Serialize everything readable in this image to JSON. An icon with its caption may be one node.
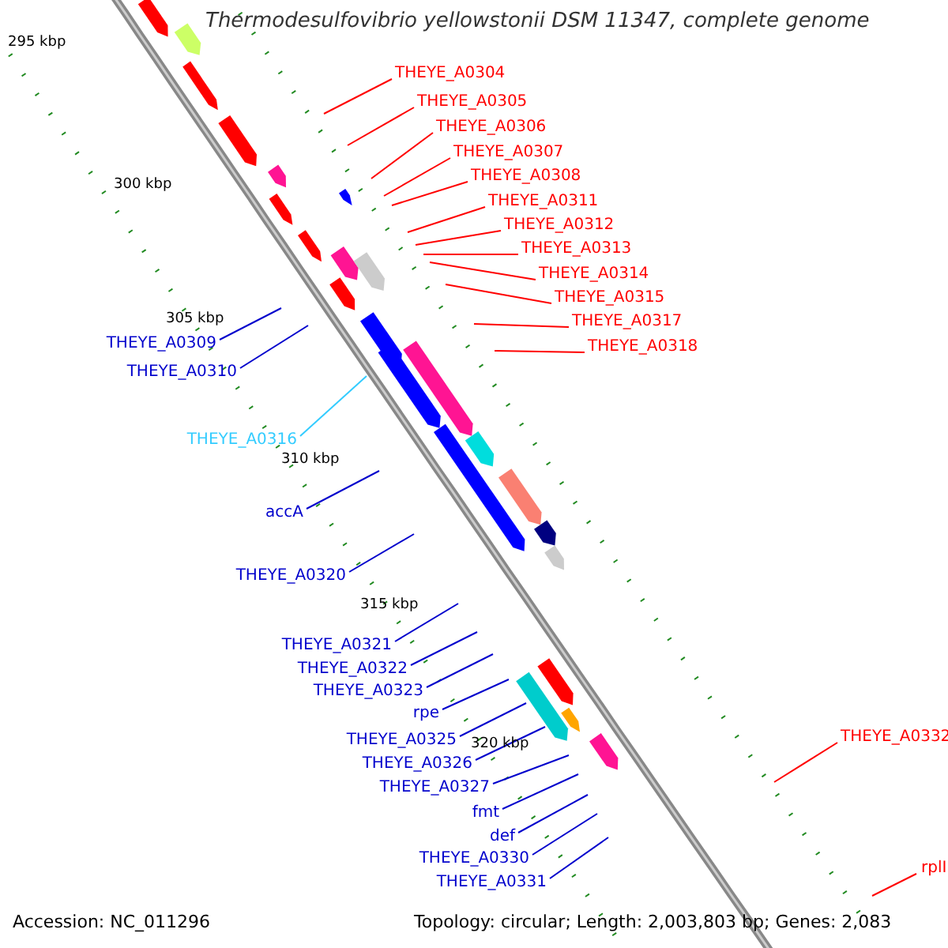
{
  "diagram": {
    "title": "Thermodesulfovibrio yellowstonii DSM 11347, complete genome",
    "nodes": [
      {
        "text": [
          "THEYE_A0304"
        ]
      },
      {
        "text": [
          "THEYE_A0305"
        ]
      },
      {
        "text": [
          "THEYE_A0306"
        ]
      },
      {
        "text": [
          "THEYE_A0307"
        ]
      },
      {
        "text": [
          "THEYE_A0308"
        ]
      },
      {
        "text": [
          "THEYE_A0311"
        ]
      },
      {
        "text": [
          "THEYE_A0312"
        ]
      },
      {
        "text": [
          "THEYE_A0313"
        ]
      },
      {
        "text": [
          "THEYE_A0314"
        ]
      },
      {
        "text": [
          "THEYE_A0315"
        ]
      },
      {
        "text": [
          "THEYE_A0317"
        ]
      },
      {
        "text": [
          "THEYE_A0318"
        ]
      },
      {
        "text": [
          "THEYE_A0309"
        ]
      },
      {
        "text": [
          "THEYE_A0310"
        ]
      },
      {
        "text": [
          "THEYE_A0316"
        ]
      },
      {
        "text": [
          "accA"
        ]
      },
      {
        "text": [
          "THEYE_A0320"
        ]
      },
      {
        "text": [
          "THEYE_A0321"
        ]
      },
      {
        "text": [
          "THEYE_A0322"
        ]
      },
      {
        "text": [
          "THEYE_A0323"
        ]
      },
      {
        "text": [
          "rpe"
        ]
      },
      {
        "text": [
          "THEYE_A0325"
        ]
      },
      {
        "text": [
          "THEYE_A0326"
        ]
      },
      {
        "text": [
          "THEYE_A0327"
        ]
      },
      {
        "text": [
          "fmt"
        ]
      },
      {
        "text": [
          "def"
        ]
      },
      {
        "text": [
          "THEYE_A0330"
        ]
      },
      {
        "text": [
          "THEYE_A0331"
        ]
      },
      {
        "text": [
          "THEYE_A0332"
        ]
      },
      {
        "text": [
          "rplI"
        ]
      }
    ],
    "edges": [
      {
        "from": 0,
        "to": null,
        "arrow": "none",
        "color": "#ff0000"
      },
      {
        "from": 1,
        "to": null,
        "arrow": "none",
        "color": "#ff0000"
      },
      {
        "from": 2,
        "to": null,
        "arrow": "none",
        "color": "#ff0000"
      },
      {
        "from": 3,
        "to": null,
        "arrow": "none",
        "color": "#ff0000"
      },
      {
        "from": 4,
        "to": null,
        "arrow": "none",
        "color": "#ff0000"
      },
      {
        "from": 5,
        "to": null,
        "arrow": "none",
        "color": "#ff0000"
      },
      {
        "from": 6,
        "to": null,
        "arrow": "none",
        "color": "#ff0000"
      },
      {
        "from": 7,
        "to": null,
        "arrow": "none",
        "color": "#ff0000"
      },
      {
        "from": 8,
        "to": null,
        "arrow": "none",
        "color": "#ff0000"
      },
      {
        "from": 9,
        "to": null,
        "arrow": "none",
        "color": "#ff0000"
      },
      {
        "from": 10,
        "to": null,
        "arrow": "none",
        "color": "#ff0000"
      },
      {
        "from": 11,
        "to": null,
        "arrow": "none",
        "color": "#ff0000"
      },
      {
        "from": 12,
        "to": null,
        "arrow": "none"
      },
      {
        "from": 13,
        "to": null,
        "arrow": "none"
      },
      {
        "from": 14,
        "to": null,
        "arrow": "none",
        "color": "#33ccff"
      },
      {
        "from": 15,
        "to": null,
        "arrow": "none"
      },
      {
        "from": 16,
        "to": null,
        "arrow": "none"
      },
      {
        "from": 17,
        "to": null,
        "arrow": "none"
      },
      {
        "from": 18,
        "to": null,
        "arrow": "none"
      },
      {
        "from": 19,
        "to": null,
        "arrow": "none"
      },
      {
        "from": 20,
        "to": null,
        "arrow": "none"
      },
      {
        "from": 21,
        "to": null,
        "arrow": "none"
      },
      {
        "from": 22,
        "to": null,
        "arrow": "none"
      },
      {
        "from": 23,
        "to": null,
        "arrow": "none"
      },
      {
        "from": 24,
        "to": null,
        "arrow": "none"
      },
      {
        "from": 25,
        "to": null,
        "arrow": "none"
      },
      {
        "from": 26,
        "to": null,
        "arrow": "none"
      },
      {
        "from": 27,
        "to": null,
        "arrow": "none"
      },
      {
        "from": 28,
        "to": null,
        "arrow": "none",
        "color": "#ff0000"
      },
      {
        "from": 29,
        "to": null,
        "arrow": "none",
        "color": "#ff0000"
      }
    ],
    "labels": [
      "295 kbp",
      "300 kbp",
      "305 kbp",
      "310 kbp",
      "315 kbp",
      "320 kbp",
      "Accession: NC_011296",
      "Topology: circular; Length: 2,003,803 bp; Genes: 2,083"
    ]
  }
}
